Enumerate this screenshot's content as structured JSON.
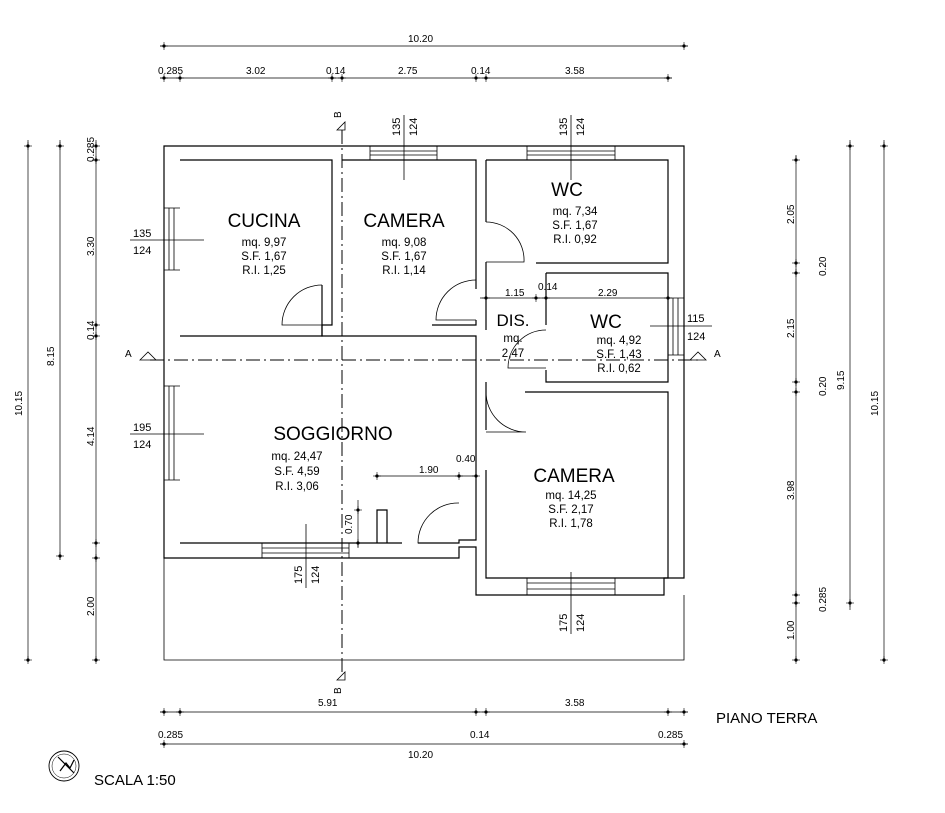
{
  "drawing": {
    "title": "PIANO TERRA",
    "scale": "SCALA 1:50"
  },
  "section_markers": {
    "a": "A",
    "b": "B"
  },
  "rooms": {
    "cucina": {
      "name": "CUCINA",
      "area": "mq. 9,97",
      "sf": "S.F. 1,67",
      "ri": "R.I. 1,25"
    },
    "camera1": {
      "name": "CAMERA",
      "area": "mq. 9,08",
      "sf": "S.F. 1,67",
      "ri": "R.I. 1,14"
    },
    "wc1": {
      "name": "WC",
      "area": "mq. 7,34",
      "sf": "S.F. 1,67",
      "ri": "R.I. 0,92"
    },
    "dis": {
      "name": "DIS.",
      "area": "mq.",
      "area2": "2,47"
    },
    "wc2": {
      "name": "WC",
      "area": "mq. 4,92",
      "sf": "S.F. 1,43",
      "ri": "R.I. 0,62"
    },
    "soggiorno": {
      "name": "SOGGIORNO",
      "area": "mq. 24,47",
      "sf": "S.F. 4,59",
      "ri": "R.I. 3,06"
    },
    "camera2": {
      "name": "CAMERA",
      "area": "mq. 14,25",
      "sf": "S.F. 2,17",
      "ri": "R.I. 1,78"
    }
  },
  "windows": {
    "camera1_top": {
      "w": "135",
      "h": "124"
    },
    "wc1_top": {
      "w": "135",
      "h": "124"
    },
    "cucina_left": {
      "w": "135",
      "h": "124"
    },
    "soggiorno_left": {
      "w": "195",
      "h": "124"
    },
    "wc2_right": {
      "w": "115",
      "h": "124"
    },
    "soggiorno_bottom": {
      "w": "175",
      "h": "124"
    },
    "camera2_bottom": {
      "w": "175",
      "h": "124"
    }
  },
  "dimensions": {
    "top_total": "10.20",
    "top_parts": [
      "0.285",
      "3.02",
      "0.14",
      "2.75",
      "0.14",
      "3.58"
    ],
    "bottom_parts": [
      "0.285",
      "5.91",
      "0.14",
      "3.58",
      "0.285"
    ],
    "bottom_total": "10.20",
    "left_outer": "10.15",
    "left_mid": "8.15",
    "left_parts": [
      "0.285",
      "3.30",
      "0.14",
      "4.14",
      "2.00"
    ],
    "right_parts": [
      "2.05",
      "0.20",
      "2.15",
      "0.20",
      "3.98",
      "0.285",
      "1.00"
    ],
    "right_mid": "9.15",
    "right_outer": "10.15",
    "inner_dis_left": "1.15",
    "inner_dis_wall": "0.14",
    "inner_dis_right": "2.29",
    "inner_sog_1": "1.90",
    "inner_sog_2": "0.40",
    "inner_sog_3": "0.70"
  }
}
